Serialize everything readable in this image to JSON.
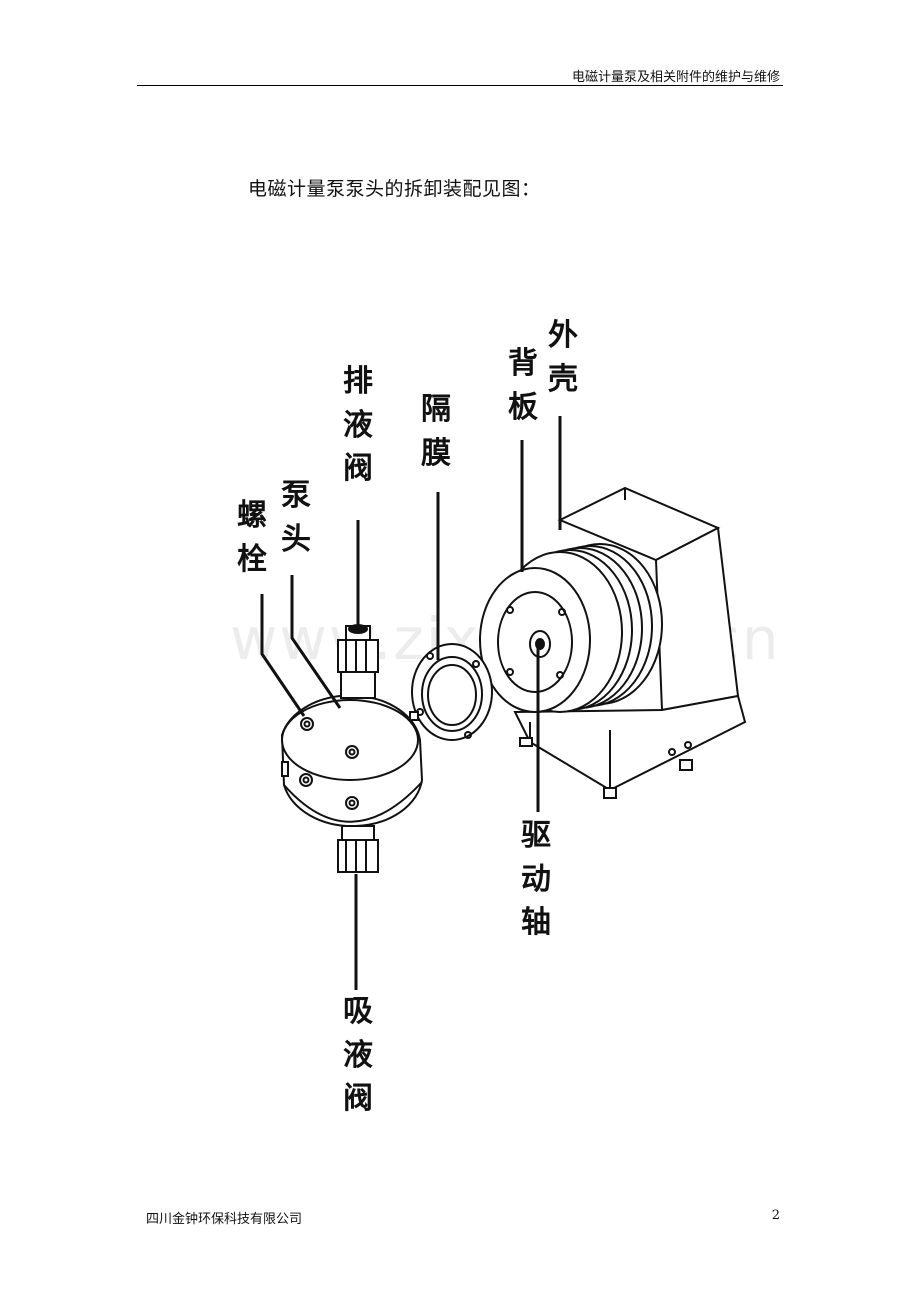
{
  "header": {
    "title": "电磁计量泵及相关附件的维护与维修"
  },
  "intro": "电磁计量泵泵头的拆卸装配见图：",
  "labels": {
    "luoshuan": [
      "螺",
      "栓"
    ],
    "bengtou": [
      "泵",
      "头"
    ],
    "paiyefa": [
      "排",
      "液",
      "阀"
    ],
    "gemo": [
      "隔",
      "膜"
    ],
    "beiban": [
      "背",
      "板"
    ],
    "waike": [
      "外",
      "壳"
    ],
    "qudongzhou": [
      "驱",
      "动",
      "轴"
    ],
    "xiyefa": [
      "吸",
      "液",
      "阀"
    ]
  },
  "watermark": "www.zixin.com.cn",
  "footer": {
    "company": "四川金钟环保科技有限公司",
    "page": "2"
  }
}
